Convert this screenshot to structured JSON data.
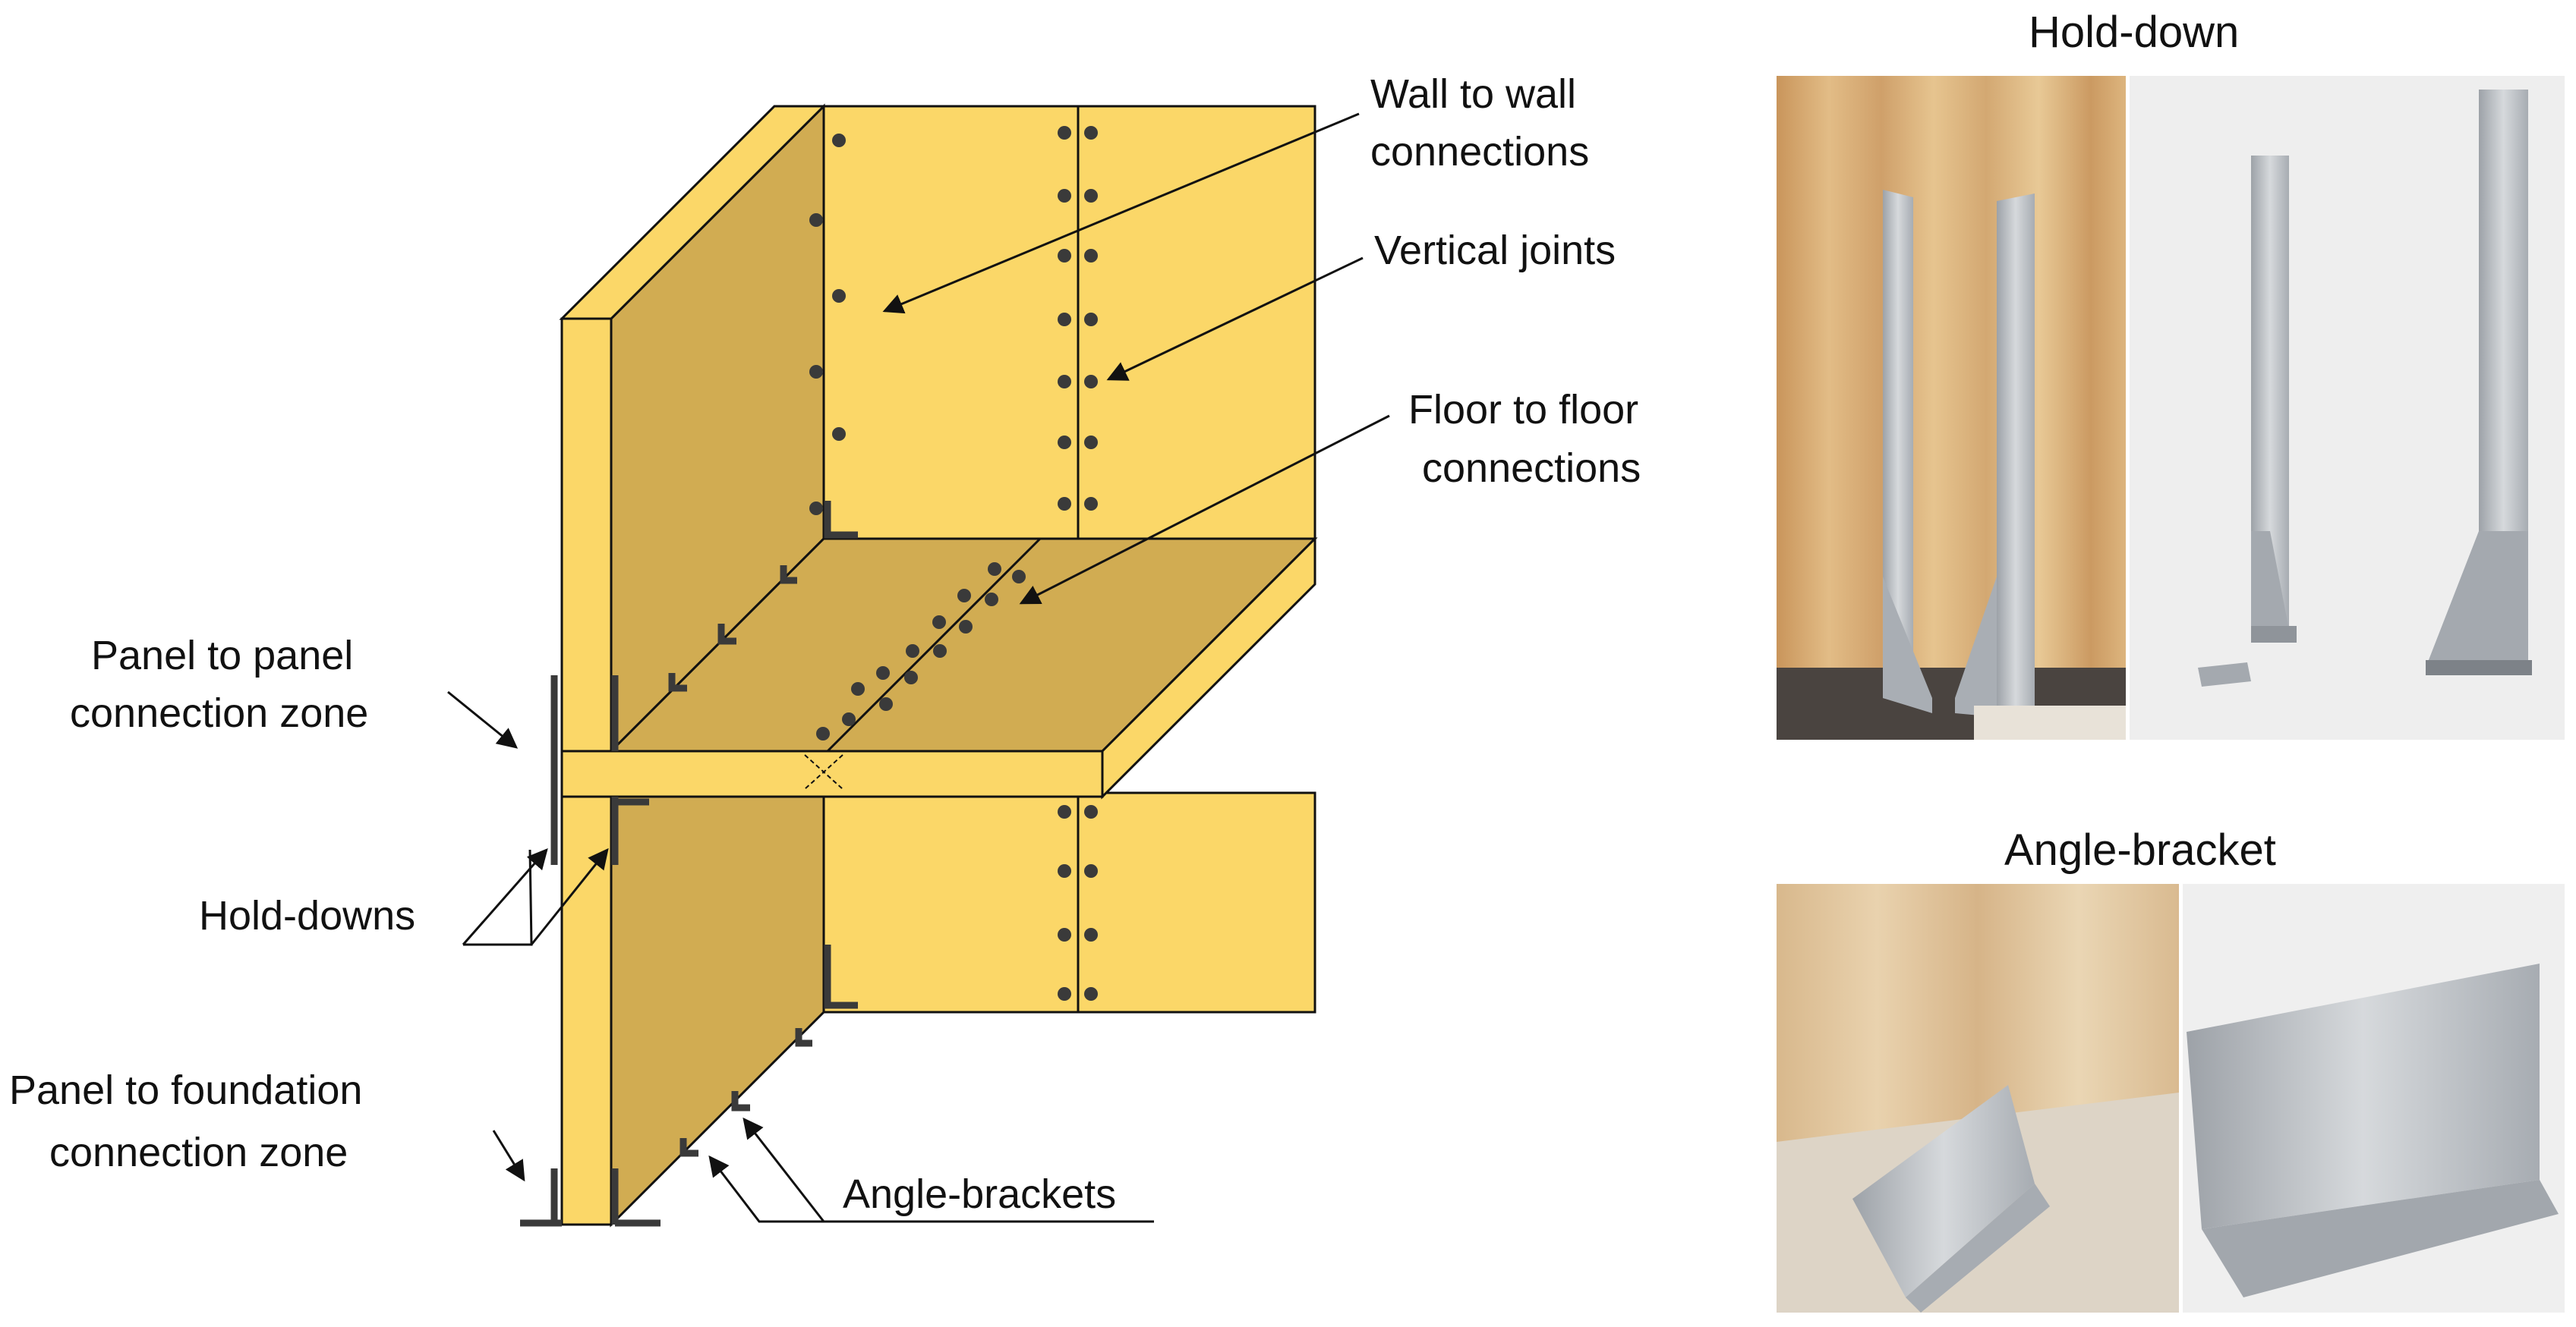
{
  "labels": {
    "wall_to_wall_1": "Wall to wall",
    "wall_to_wall_2": "connections",
    "vertical_joints": "Vertical joints",
    "floor_to_floor_1": "Floor to floor",
    "floor_to_floor_2": "connections",
    "panel_to_panel_1": "Panel to panel",
    "panel_to_panel_2": "connection zone",
    "hold_downs": "Hold-downs",
    "panel_to_foundation_1": "Panel to foundation",
    "panel_to_foundation_2": "connection zone",
    "angle_brackets": "Angle-brackets"
  },
  "photos": {
    "hold_down_title": "Hold-down",
    "angle_bracket_title": "Angle-bracket"
  },
  "colors": {
    "panel_light": "#FBD768",
    "panel_face": "#D1AC52",
    "panel_mid": "#E9C35B",
    "connector": "#3a3a3a",
    "wood": "#D9B17A",
    "steel": "#B9BDC2"
  }
}
